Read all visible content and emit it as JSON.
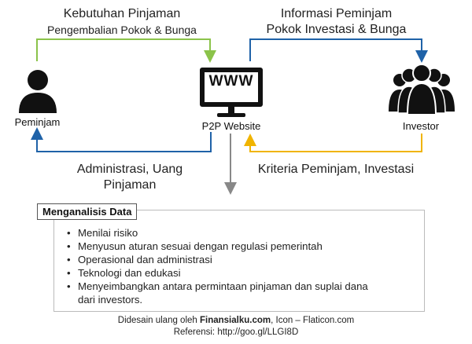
{
  "top_left_label": {
    "line1": "Kebutuhan Pinjaman",
    "line2": "Pengembalian Pokok & Bunga"
  },
  "top_right_label": {
    "line1": "Informasi Peminjam",
    "line2": "Pokok Investasi & Bunga"
  },
  "bottom_left_label": {
    "line1": "Administrasi, Uang",
    "line2": "Pinjaman"
  },
  "bottom_right_label": {
    "line1": "Kriteria Peminjam, Investasi"
  },
  "nodes": {
    "borrower": "Peminjam",
    "website": "P2P Website",
    "website_screen_text": "WWW",
    "investor": "Investor"
  },
  "analysis": {
    "title": "Menganalisis Data",
    "items": [
      "Menilai risiko",
      "Menyusun aturan sesuai dengan regulasi pemerintah",
      "Operasional dan administrasi",
      "Teknologi dan edukasi",
      "Menyeimbangkan antara permintaan pinjaman dan suplai dana",
      "dari investors."
    ]
  },
  "credit": {
    "prefix": "Didesain ulang oleh ",
    "brand": "Finansialku.com",
    "suffix": ", Icon – Flaticon.com",
    "reference": "Referensi: http://goo.gl/LLGI8D"
  },
  "colors": {
    "green": "#8bc34a",
    "blue": "#1f62a8",
    "yellow": "#f0b400",
    "gray": "#888888"
  }
}
